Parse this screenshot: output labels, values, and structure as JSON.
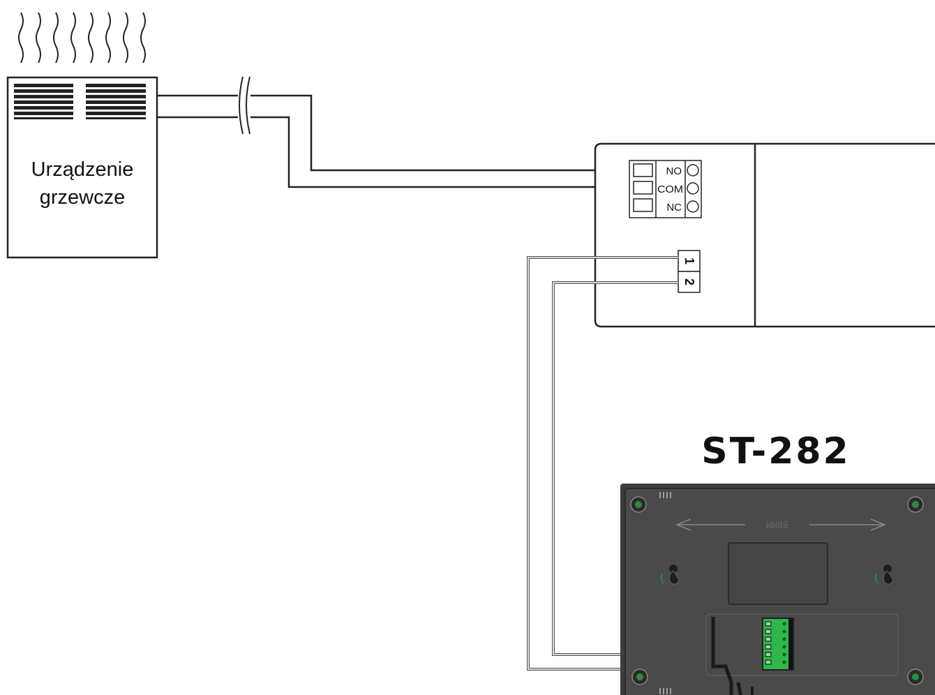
{
  "heater": {
    "label_line1": "Urządzenie",
    "label_line2": "grzewcze"
  },
  "relay": {
    "terminals": [
      "NO",
      "COM",
      "NC"
    ],
    "inputs": [
      "1",
      "2"
    ]
  },
  "controller": {
    "model": "ST-282",
    "dimension": "88MM"
  }
}
